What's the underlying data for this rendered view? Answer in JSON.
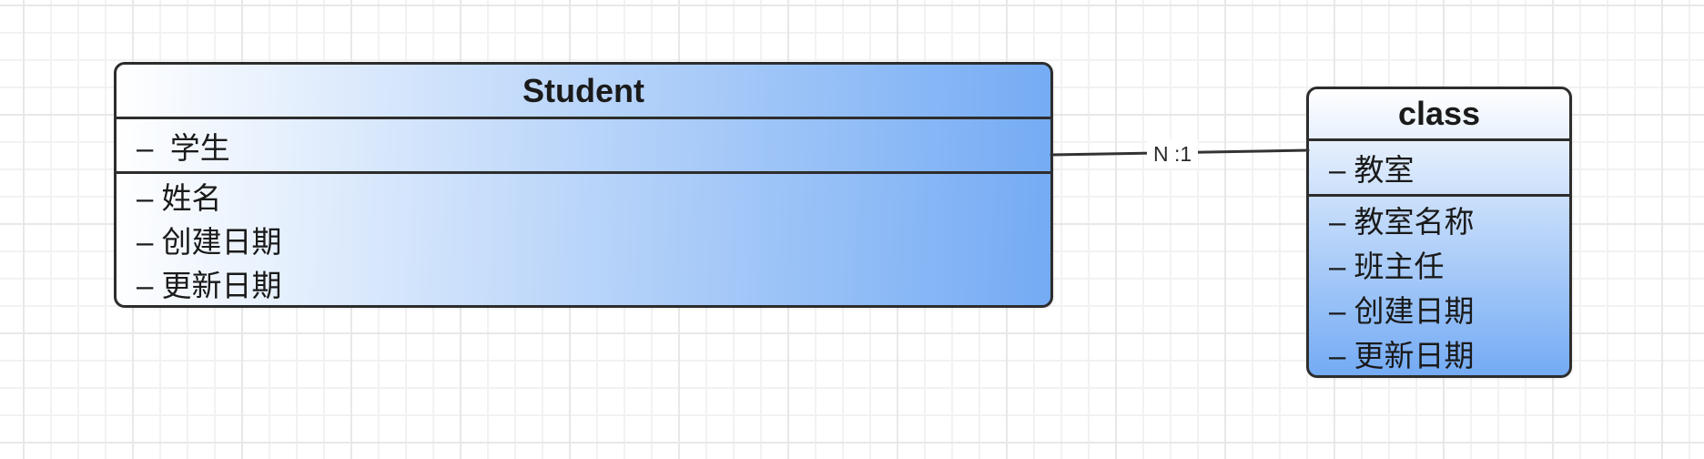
{
  "diagram": {
    "student": {
      "title": "Student",
      "key_field": "–  学生",
      "fields": [
        "– 姓名",
        "– 创建日期",
        "– 更新日期"
      ]
    },
    "class": {
      "title": "class",
      "key_field": "– 教室",
      "fields": [
        "– 教室名称",
        "– 班主任",
        "– 创建日期",
        "– 更新日期"
      ]
    },
    "connector": {
      "label": "N :1"
    }
  },
  "colors": {
    "canvas_bg": "#ffffff",
    "grid_minor": "#f2f2f2",
    "grid_major": "#e8e8e8",
    "entity_fill_start": "#ffffff",
    "entity_fill_end": "#74abf4",
    "entity_border": "#2d2d2d",
    "text": "#1a1a1a",
    "connector_line": "#333333"
  }
}
